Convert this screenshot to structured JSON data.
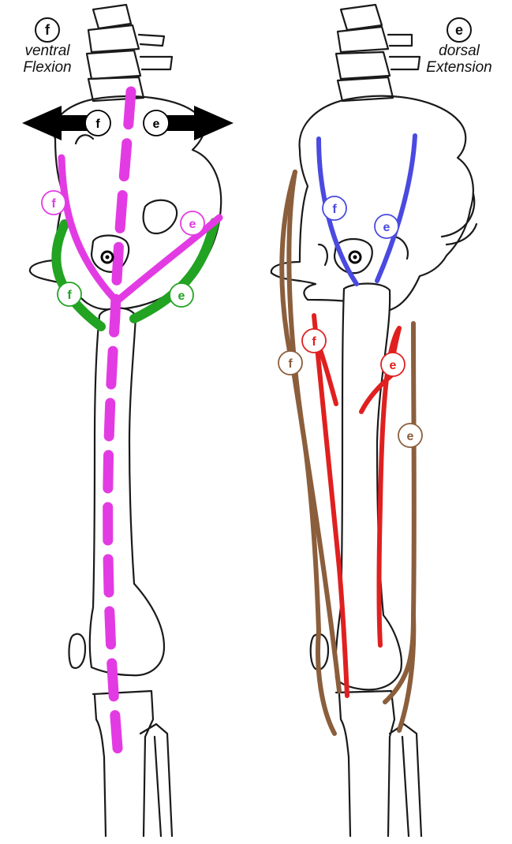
{
  "left_panel": {
    "legend_symbol": "f",
    "legend_line1": "ventral",
    "legend_line2": "Flexion",
    "arrow_left_label": "f",
    "arrow_right_label": "e"
  },
  "right_panel": {
    "legend_symbol": "e",
    "legend_line1": "dorsal",
    "legend_line2": "Extension"
  },
  "colors": {
    "outline": "#1a1a1a",
    "axis_magenta": "#e33be3",
    "green": "#22a322",
    "blue": "#4a4ae0",
    "red": "#e02020",
    "brown": "#8b5e3c",
    "arrow": "#000000"
  },
  "labels": [
    {
      "id": "mag-f",
      "text": "f",
      "color": "#e33be3"
    },
    {
      "id": "mag-e",
      "text": "e",
      "color": "#e33be3"
    },
    {
      "id": "green-f",
      "text": "f",
      "color": "#22a322"
    },
    {
      "id": "green-e",
      "text": "e",
      "color": "#22a322"
    },
    {
      "id": "blue-f",
      "text": "f",
      "color": "#4a4ae0"
    },
    {
      "id": "blue-e",
      "text": "e",
      "color": "#4a4ae0"
    },
    {
      "id": "red-f",
      "text": "f",
      "color": "#e02020"
    },
    {
      "id": "red-e",
      "text": "e",
      "color": "#e02020"
    },
    {
      "id": "brown-f",
      "text": "f",
      "color": "#8b5e3c"
    },
    {
      "id": "brown-e",
      "text": "e",
      "color": "#8b5e3c"
    }
  ]
}
